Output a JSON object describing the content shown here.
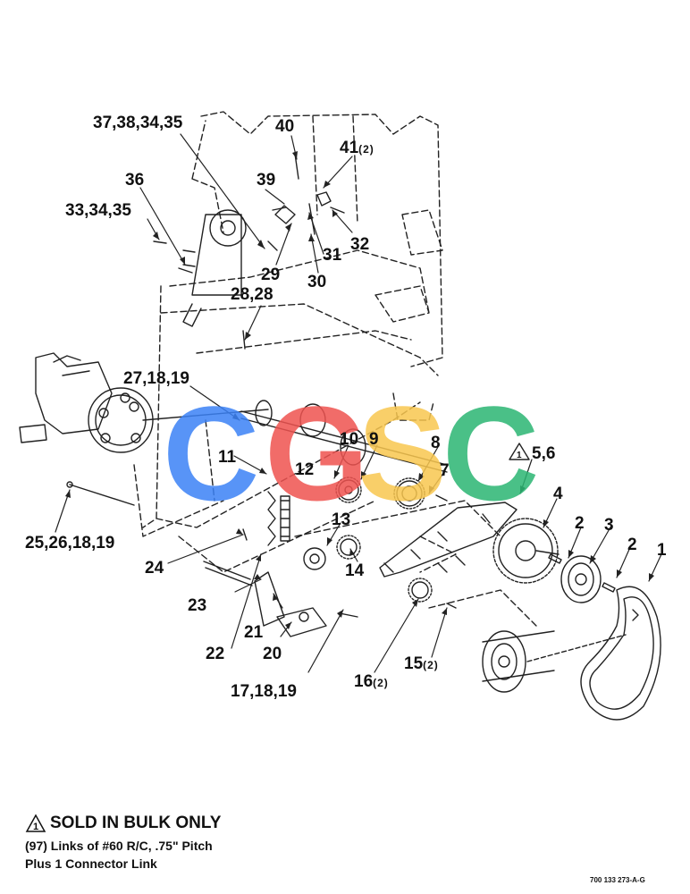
{
  "callouts": {
    "c_37_38_34_35": "37,38,34,35",
    "c_40": "40",
    "c_41": "41",
    "c_41_qty": "(2)",
    "c_36": "36",
    "c_39": "39",
    "c_33_34_35": "33,34,35",
    "c_32": "32",
    "c_31": "31",
    "c_29": "29",
    "c_30": "30",
    "c_28_28": "28,28",
    "c_27_18_19": "27,18,19",
    "c_10": "10",
    "c_9": "9",
    "c_8": "8",
    "c_5_6": "5,6",
    "c_11": "11",
    "c_12": "12",
    "c_7": "7",
    "c_4": "4",
    "c_25_26_18_19": "25,26,18,19",
    "c_13": "13",
    "c_2a": "2",
    "c_3": "3",
    "c_2b": "2",
    "c_1": "1",
    "c_24": "24",
    "c_14": "14",
    "c_23": "23",
    "c_21": "21",
    "c_22": "22",
    "c_20": "20",
    "c_15": "15",
    "c_15_qty": "(2)",
    "c_16": "16",
    "c_16_qty": "(2)",
    "c_17_18_19": "17,18,19"
  },
  "watermark": {
    "letters": [
      "C",
      "G",
      "S",
      "C"
    ],
    "colors": [
      "#3b82f6",
      "#ef5350",
      "#f9c74f",
      "#2bb673"
    ]
  },
  "footnote": {
    "heading": "SOLD IN BULK ONLY",
    "line1": "(97) Links of #60 R/C, .75\" Pitch",
    "line2": "Plus 1 Connector Link"
  },
  "document_number": "700 133 273-A-G"
}
